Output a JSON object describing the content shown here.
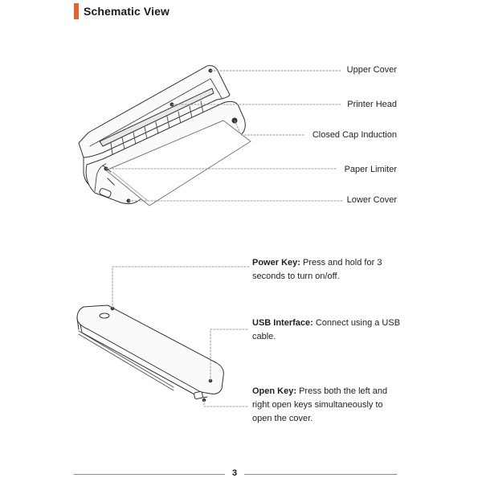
{
  "header": {
    "title": "Schematic View"
  },
  "top_diagram": {
    "labels": [
      "Upper Cover",
      "Printer Head",
      "Closed Cap Induction",
      "Paper Limiter",
      "Lower Cover"
    ]
  },
  "bottom_diagram": {
    "items": [
      {
        "term": "Power Key:",
        "text": "Press and hold for 3 seconds to turn on/off."
      },
      {
        "term": "USB Interface:",
        "text": "Connect using a USB cable."
      },
      {
        "term": "Open Key:",
        "text": "Press both the left and right open keys simultaneously to open the cover."
      }
    ]
  },
  "footer": {
    "page_number": "3"
  },
  "colors": {
    "accent": "#e8632b"
  }
}
